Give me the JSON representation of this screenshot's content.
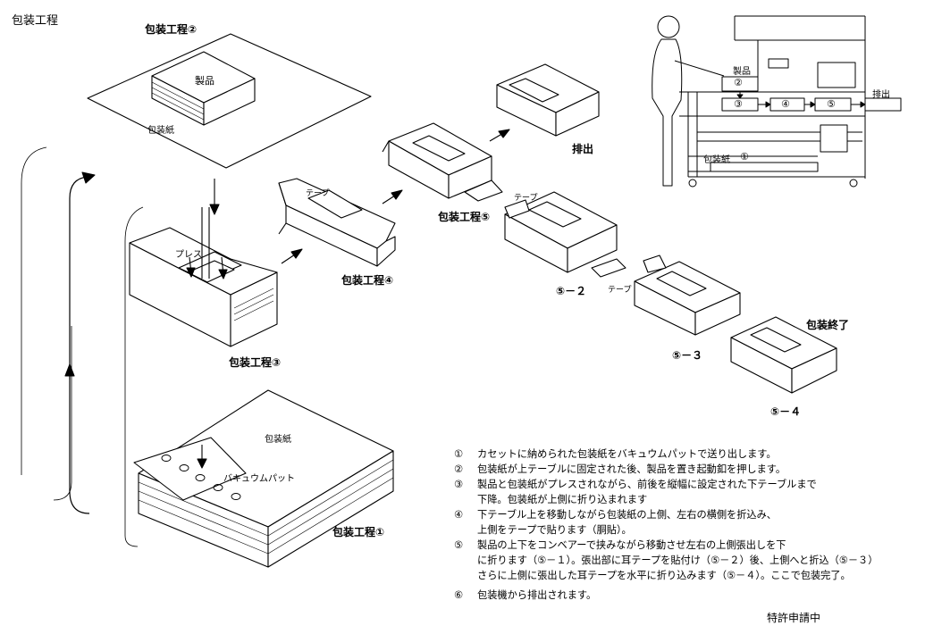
{
  "title": "包装工程",
  "labels": {
    "step2": "包装工程②",
    "step3": "包装工程③",
    "step4": "包装工程④",
    "step5": "包装工程⑤",
    "step1": "包装工程①",
    "product": "製品",
    "wrapping_paper": "包装紙",
    "press": "プレス",
    "tape": "テープ",
    "discharge": "排出",
    "packing_done": "包装終了",
    "vacuum_pad": "バキュウムパット",
    "sub_5_2": "⑤－２",
    "sub_5_3": "⑤－３",
    "sub_5_4": "⑤－４"
  },
  "machine": {
    "product": "製品",
    "n2": "②",
    "n3": "③",
    "n4": "④",
    "n5": "⑤",
    "discharge": "排出",
    "paper": "包装紙",
    "n1": "①"
  },
  "notes": [
    {
      "num": "①",
      "lines": [
        "カセットに納められた包装紙をバキュウムパットで送り出します。"
      ]
    },
    {
      "num": "②",
      "lines": [
        "包装紙が上テーブルに固定された後、製品を置き起動釦を押します。"
      ]
    },
    {
      "num": "③",
      "lines": [
        "製品と包装紙がプレスされながら、前後を縦幅に設定された下テーブルまで",
        "下降。包装紙が上側に折り込まれます"
      ]
    },
    {
      "num": "④",
      "lines": [
        "下テーブル上を移動しながら包装紙の上側、左右の横側を折込み、",
        "上側をテープで貼ります（胴貼）。"
      ]
    },
    {
      "num": "⑤",
      "lines": [
        "製品の上下をコンベアーで挟みながら移動させ左右の上側張出しを下",
        "に折ります（⑤－１）。張出部に耳テープを貼付け（⑤－２）後、上側へと折込（⑤－３）",
        "さらに上側に張出した耳テープを水平に折り込みます（⑤－４）。ここで包装完了。"
      ]
    },
    {
      "num": "⑥",
      "lines": [
        "包装機から排出されます。"
      ]
    }
  ],
  "patent": "特許申請中"
}
